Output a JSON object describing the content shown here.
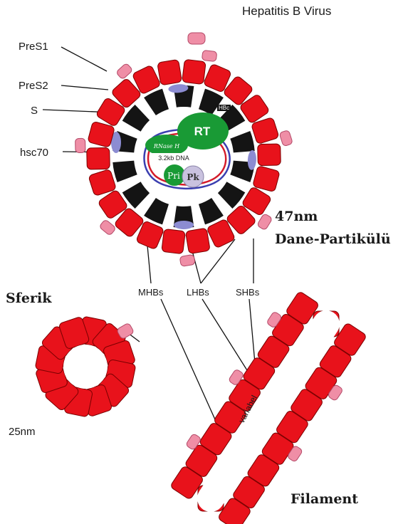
{
  "title": "Hepatitis B Virus",
  "labels": {
    "pres1": "PreS1",
    "pres2": "PreS2",
    "s": "S",
    "hsc70": "hsc70",
    "size_dane": "47nm",
    "dane": "Dane-Partikülü",
    "sferik": "Sferik",
    "mhbs": "MHBs",
    "lhbs": "LHBs",
    "shbs": "SHBs",
    "size_sphere": "25nm",
    "variabel": "variabel",
    "filament": "Filament"
  },
  "core": {
    "hbc": "HBc",
    "rt": "RT",
    "rnase": "RNase H",
    "dna": "3.2kb DNA",
    "pri": "Pri",
    "pk": "Pk"
  },
  "colors": {
    "envelope_red": "#e8121b",
    "envelope_dark": "#7a0000",
    "capsid_black": "#141414",
    "pres_pink": "#ef8ea6",
    "hsc70_violet": "#8c8cd2",
    "polymerase_green": "#199a35",
    "pk_lilac": "#c9c2df"
  }
}
